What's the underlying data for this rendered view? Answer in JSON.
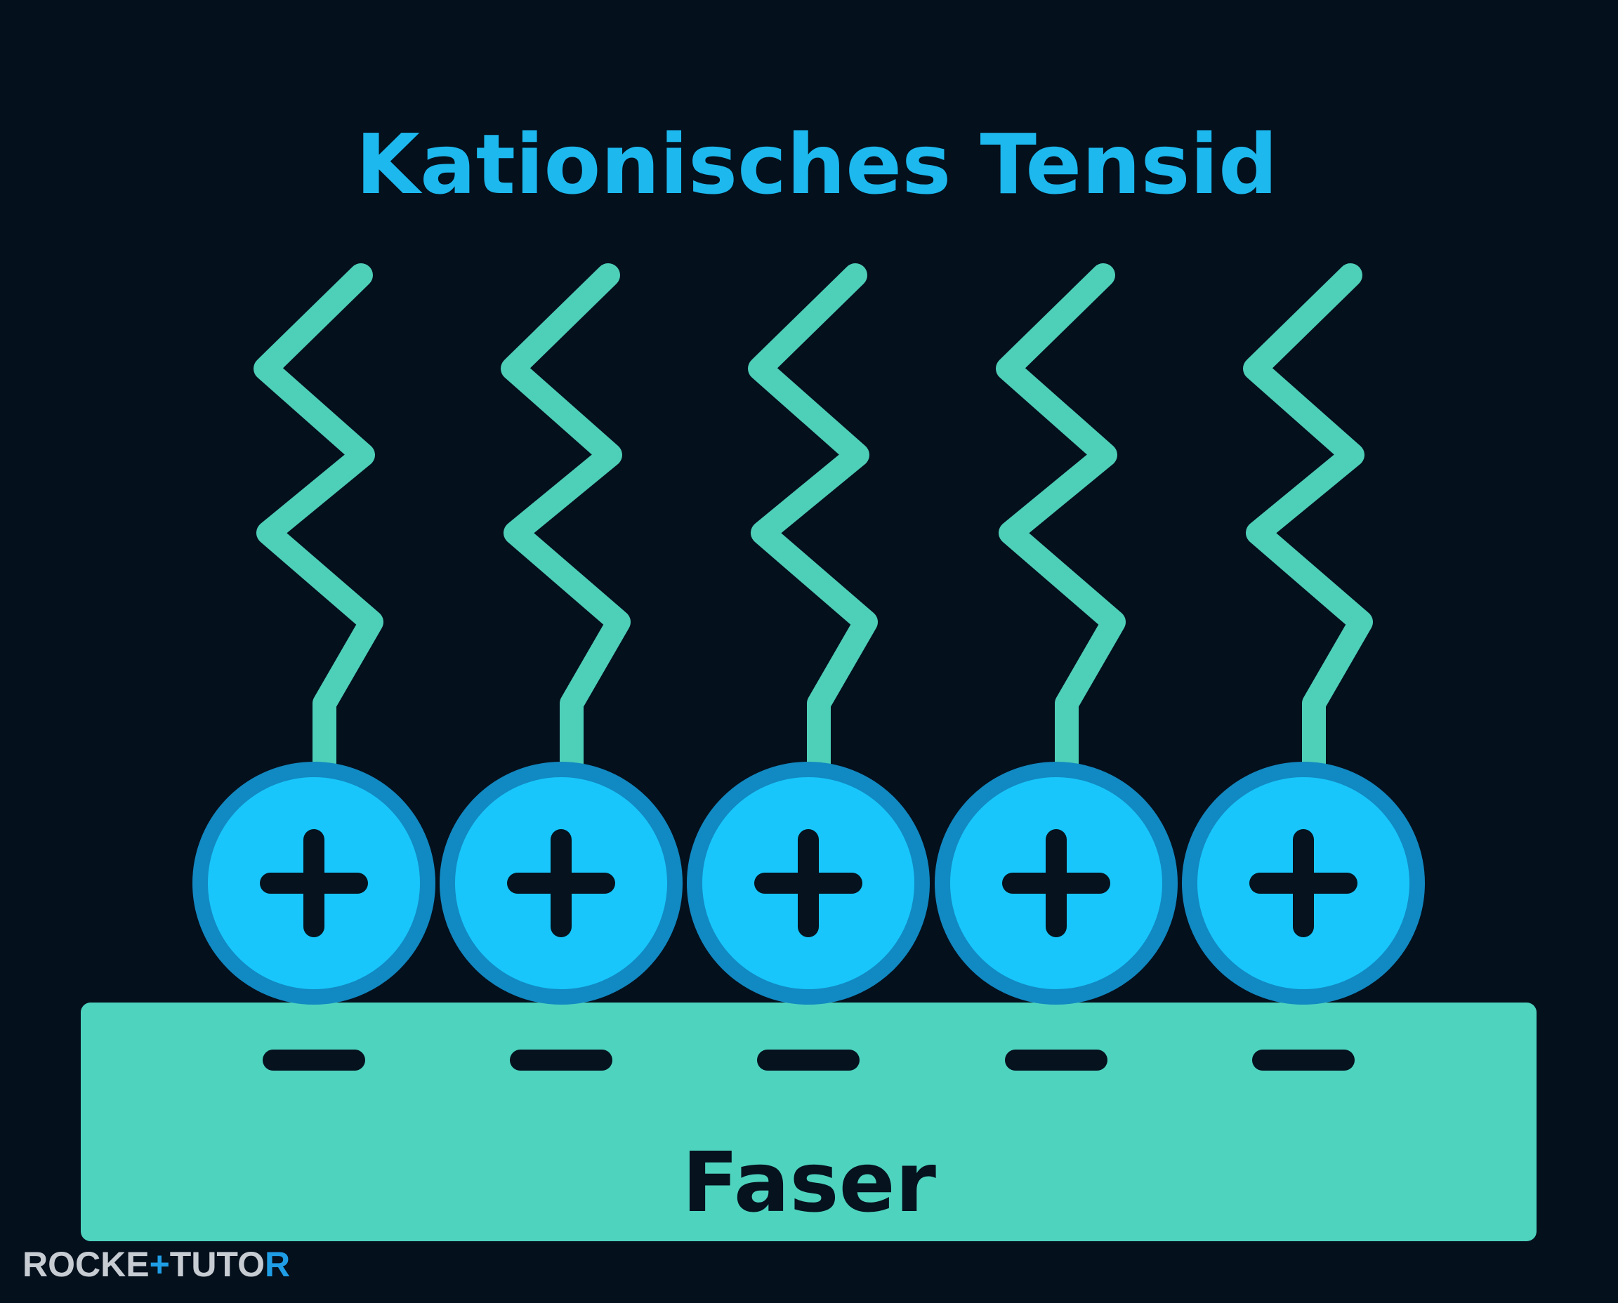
{
  "title": "Kationisches Tensid",
  "fiber_label": "Faser",
  "logo": {
    "part1": "ROCKE",
    "part2": "+",
    "part3": "TUTO",
    "part4": "R"
  },
  "head_symbol": "+",
  "surfactant_count": 5,
  "fiber_charge_count": 5,
  "colors": {
    "background": "#05101d",
    "title": "#1cb8ee",
    "tail": "#4ecfb8",
    "head_fill": "#18c6fb",
    "head_ring": "#1189c2",
    "fiber_fill": "#4ed3bf",
    "symbol": "#06121e",
    "logo_main": "#c6ccd2",
    "logo_accent": "#1f9ee6"
  }
}
